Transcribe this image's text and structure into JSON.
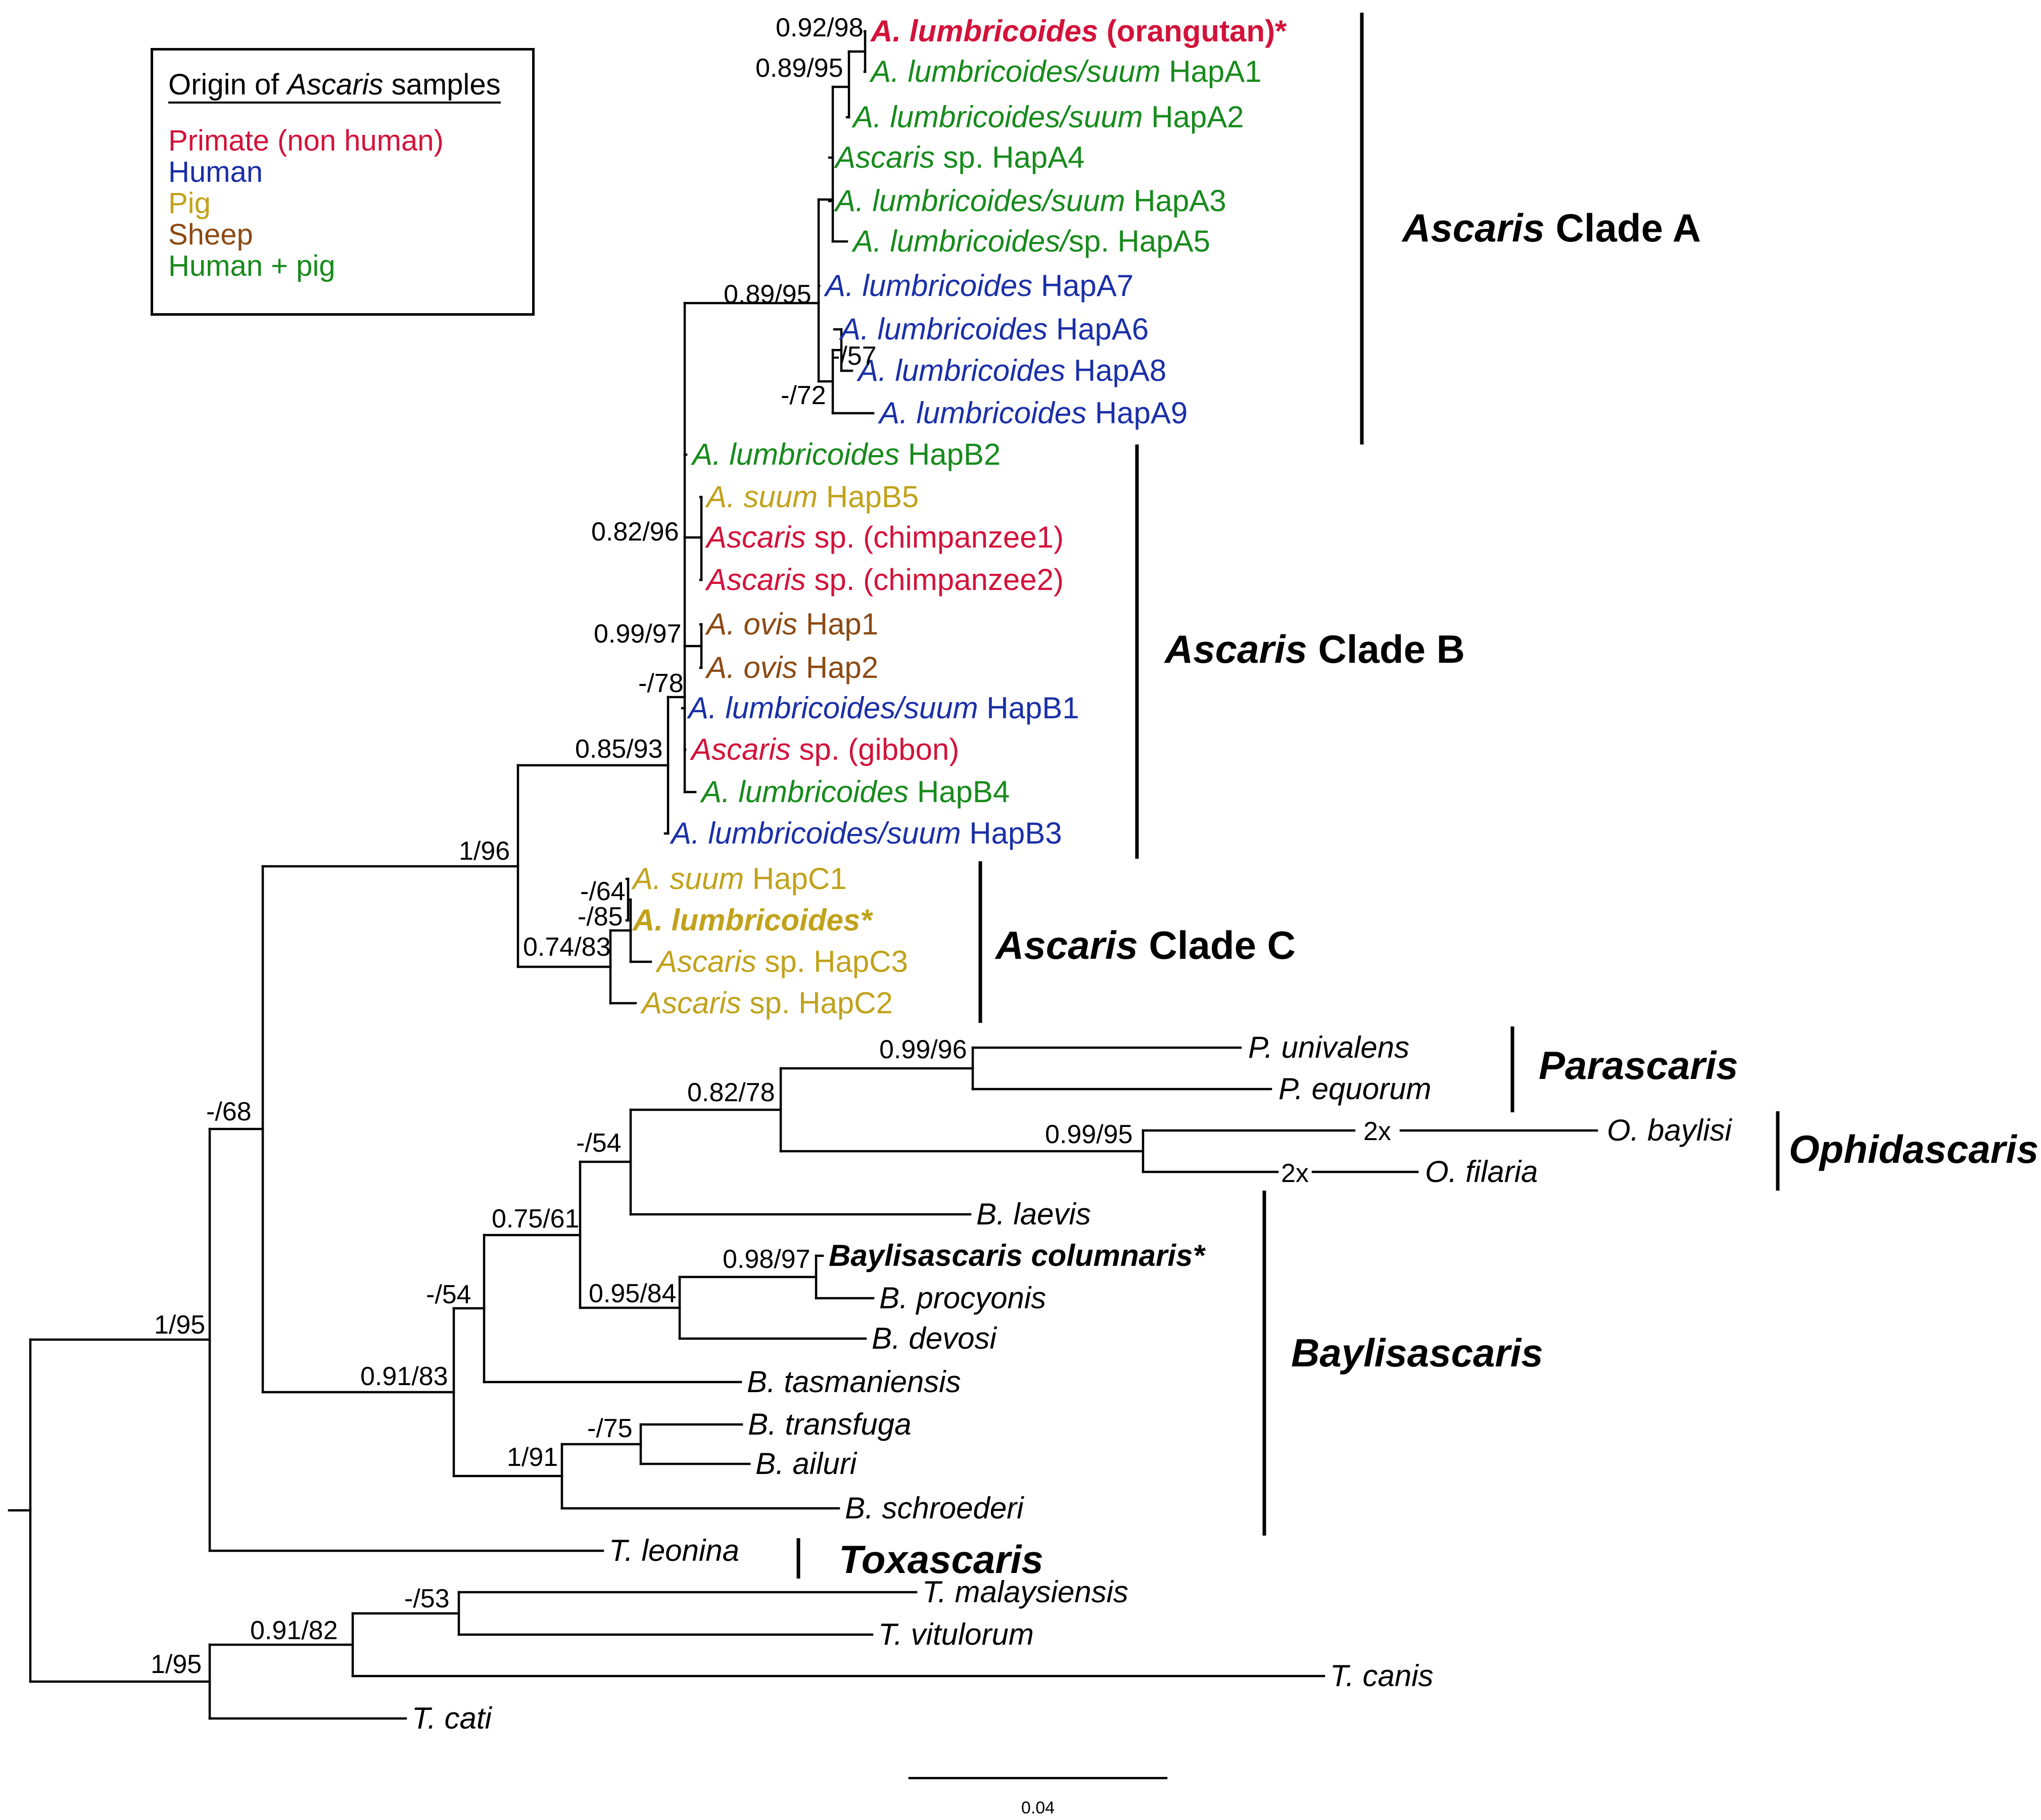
{
  "legend": {
    "title_prefix": "Origin of ",
    "title_genus": "Ascaris",
    "title_suffix": " samples",
    "items": [
      {
        "label": "Primate (non human)",
        "color": "#d3123a"
      },
      {
        "label": "Human",
        "color": "#1a2fa8"
      },
      {
        "label": "Pig",
        "color": "#c1a21b"
      },
      {
        "label": "Sheep",
        "color": "#8b4a13"
      },
      {
        "label": "Human + pig",
        "color": "#178a1c"
      }
    ]
  },
  "colors": {
    "primate": "#d3123a",
    "human": "#1a2fa8",
    "pig": "#c1a21b",
    "sheep": "#8b4a13",
    "human_pig": "#178a1c",
    "black": "#000000"
  },
  "tips": [
    {
      "id": "orang",
      "parts": [
        [
          "A. lumbricoides",
          true
        ],
        [
          " (orangutan)*",
          false
        ]
      ],
      "color": "primate",
      "bold": true
    },
    {
      "id": "hA1",
      "parts": [
        [
          "A. lumbricoides/suum",
          true
        ],
        [
          " HapA1",
          false
        ]
      ],
      "color": "human_pig"
    },
    {
      "id": "hA2",
      "parts": [
        [
          "A. lumbricoides/suum",
          true
        ],
        [
          " HapA2",
          false
        ]
      ],
      "color": "human_pig"
    },
    {
      "id": "hA4",
      "parts": [
        [
          "Ascaris",
          true
        ],
        [
          " sp. HapA4",
          false
        ]
      ],
      "color": "human_pig"
    },
    {
      "id": "hA3",
      "parts": [
        [
          "A. lumbricoides/suum",
          true
        ],
        [
          " HapA3",
          false
        ]
      ],
      "color": "human_pig"
    },
    {
      "id": "hA5",
      "parts": [
        [
          "A. lumbricoides/",
          true
        ],
        [
          "sp. HapA5",
          false
        ]
      ],
      "color": "human_pig"
    },
    {
      "id": "hA7",
      "parts": [
        [
          "A. lumbricoides",
          true
        ],
        [
          " HapA7",
          false
        ]
      ],
      "color": "human"
    },
    {
      "id": "hA6",
      "parts": [
        [
          "A. lumbricoides",
          true
        ],
        [
          " HapA6",
          false
        ]
      ],
      "color": "human"
    },
    {
      "id": "hA8",
      "parts": [
        [
          "A. lumbricoides",
          true
        ],
        [
          " HapA8",
          false
        ]
      ],
      "color": "human"
    },
    {
      "id": "hA9",
      "parts": [
        [
          "A. lumbricoides",
          true
        ],
        [
          " HapA9",
          false
        ]
      ],
      "color": "human"
    },
    {
      "id": "hB2",
      "parts": [
        [
          "A. lumbricoides",
          true
        ],
        [
          " HapB2",
          false
        ]
      ],
      "color": "human_pig"
    },
    {
      "id": "hB5",
      "parts": [
        [
          "A. suum",
          true
        ],
        [
          " HapB5",
          false
        ]
      ],
      "color": "pig"
    },
    {
      "id": "ch1",
      "parts": [
        [
          "Ascaris",
          true
        ],
        [
          " sp. (chimpanzee1)",
          false
        ]
      ],
      "color": "primate"
    },
    {
      "id": "ch2",
      "parts": [
        [
          "Ascaris",
          true
        ],
        [
          " sp. (chimpanzee2)",
          false
        ]
      ],
      "color": "primate"
    },
    {
      "id": "ov1",
      "parts": [
        [
          "A. ovis",
          true
        ],
        [
          " Hap1",
          false
        ]
      ],
      "color": "sheep"
    },
    {
      "id": "ov2",
      "parts": [
        [
          "A. ovis",
          true
        ],
        [
          " Hap2",
          false
        ]
      ],
      "color": "sheep"
    },
    {
      "id": "hB1",
      "parts": [
        [
          "A. lumbricoides/suum",
          true
        ],
        [
          " HapB1",
          false
        ]
      ],
      "color": "human"
    },
    {
      "id": "gib",
      "parts": [
        [
          "Ascaris",
          true
        ],
        [
          " sp. (gibbon)",
          false
        ]
      ],
      "color": "primate"
    },
    {
      "id": "hB4",
      "parts": [
        [
          "A. lumbricoides",
          true
        ],
        [
          " HapB4",
          false
        ]
      ],
      "color": "human_pig"
    },
    {
      "id": "hB3",
      "parts": [
        [
          "A. lumbricoides/suum",
          true
        ],
        [
          " HapB3",
          false
        ]
      ],
      "color": "human"
    },
    {
      "id": "hC1",
      "parts": [
        [
          "A. suum",
          true
        ],
        [
          "  HapC1",
          false
        ]
      ],
      "color": "pig"
    },
    {
      "id": "alC",
      "parts": [
        [
          "A. lumbricoides*",
          true
        ]
      ],
      "color": "pig",
      "bold": true
    },
    {
      "id": "hC3",
      "parts": [
        [
          "Ascaris",
          true
        ],
        [
          " sp. HapC3",
          false
        ]
      ],
      "color": "pig"
    },
    {
      "id": "hC2",
      "parts": [
        [
          "Ascaris",
          true
        ],
        [
          " sp. HapC2",
          false
        ]
      ],
      "color": "pig"
    },
    {
      "id": "puni",
      "parts": [
        [
          "P. univalens",
          true
        ]
      ],
      "color": "black"
    },
    {
      "id": "pequ",
      "parts": [
        [
          "P. equorum",
          true
        ]
      ],
      "color": "black"
    },
    {
      "id": "obay",
      "parts": [
        [
          "O. baylisi",
          true
        ]
      ],
      "color": "black"
    },
    {
      "id": "ofil",
      "parts": [
        [
          "O. filaria",
          true
        ]
      ],
      "color": "black"
    },
    {
      "id": "blae",
      "parts": [
        [
          "B. laevis",
          true
        ]
      ],
      "color": "black"
    },
    {
      "id": "bcol",
      "parts": [
        [
          "Baylisascaris columnaris*",
          true
        ]
      ],
      "color": "black",
      "bold": true
    },
    {
      "id": "bpro",
      "parts": [
        [
          "B. procyonis",
          true
        ]
      ],
      "color": "black"
    },
    {
      "id": "bdev",
      "parts": [
        [
          "B. devosi",
          true
        ]
      ],
      "color": "black"
    },
    {
      "id": "btas",
      "parts": [
        [
          "B. tasmaniensis",
          true
        ]
      ],
      "color": "black"
    },
    {
      "id": "btra",
      "parts": [
        [
          "B. transfuga",
          true
        ]
      ],
      "color": "black"
    },
    {
      "id": "bail",
      "parts": [
        [
          "B. ailuri",
          true
        ]
      ],
      "color": "black"
    },
    {
      "id": "bsch",
      "parts": [
        [
          "B. schroederi",
          true
        ]
      ],
      "color": "black"
    },
    {
      "id": "tleo",
      "parts": [
        [
          "T. leonina",
          true
        ]
      ],
      "color": "black"
    },
    {
      "id": "tmal",
      "parts": [
        [
          "T. malaysiensis",
          true
        ]
      ],
      "color": "black"
    },
    {
      "id": "tvit",
      "parts": [
        [
          "T. vitulorum",
          true
        ]
      ],
      "color": "black"
    },
    {
      "id": "tcan",
      "parts": [
        [
          "T. canis",
          true
        ]
      ],
      "color": "black"
    },
    {
      "id": "tcat",
      "parts": [
        [
          "T. cati",
          true
        ]
      ],
      "color": "black"
    }
  ],
  "support": [
    {
      "id": "s_orang",
      "text": "0.92/98"
    },
    {
      "id": "s_a1",
      "text": "0.89/95"
    },
    {
      "id": "s_cladeA",
      "text": "0.89/95"
    },
    {
      "id": "s_a8",
      "text": "-/57"
    },
    {
      "id": "s_a9",
      "text": "-/72"
    },
    {
      "id": "s_chimp",
      "text": "0.82/96"
    },
    {
      "id": "s_ovis",
      "text": "0.99/97"
    },
    {
      "id": "s_b1",
      "text": "-/78"
    },
    {
      "id": "s_ab",
      "text": "0.85/93"
    },
    {
      "id": "s_abc",
      "text": "1/96"
    },
    {
      "id": "s_c64",
      "text": "-/64"
    },
    {
      "id": "s_c85",
      "text": "-/85"
    },
    {
      "id": "s_c83",
      "text": "0.74/83"
    },
    {
      "id": "s_para",
      "text": "0.99/96"
    },
    {
      "id": "s_ophi",
      "text": "0.99/95"
    },
    {
      "id": "s_po",
      "text": "0.82/78"
    },
    {
      "id": "s_pob",
      "text": "-/54"
    },
    {
      "id": "s_bcol",
      "text": "0.98/97"
    },
    {
      "id": "s_bpro",
      "text": "0.95/84"
    },
    {
      "id": "s_m1",
      "text": "0.75/61"
    },
    {
      "id": "s_m2",
      "text": "-/54"
    },
    {
      "id": "s_btra",
      "text": "-/75"
    },
    {
      "id": "s_bsch",
      "text": "1/91"
    },
    {
      "id": "s_m3",
      "text": "0.91/83"
    },
    {
      "id": "s_m4",
      "text": "-/68"
    },
    {
      "id": "s_m5",
      "text": "1/95"
    },
    {
      "id": "s_tmal",
      "text": "-/53"
    },
    {
      "id": "s_tvit",
      "text": "0.91/82"
    },
    {
      "id": "s_tcan",
      "text": "1/95"
    }
  ],
  "breaks": [
    "2x",
    "2x"
  ],
  "clades": [
    {
      "id": "cA",
      "parts": [
        [
          "Ascaris",
          true
        ],
        [
          " Clade A",
          false
        ]
      ]
    },
    {
      "id": "cB",
      "parts": [
        [
          "Ascaris",
          true
        ],
        [
          " Clade B",
          false
        ]
      ]
    },
    {
      "id": "cC",
      "parts": [
        [
          "Ascaris",
          true
        ],
        [
          " Clade C",
          false
        ]
      ]
    },
    {
      "id": "cPar",
      "parts": [
        [
          "Parascaris",
          true
        ]
      ]
    },
    {
      "id": "cOph",
      "parts": [
        [
          "Ophidascaris",
          true
        ]
      ]
    },
    {
      "id": "cBay",
      "parts": [
        [
          "Baylisascaris",
          true
        ]
      ]
    },
    {
      "id": "cTox",
      "parts": [
        [
          "Toxascaris",
          true
        ]
      ]
    }
  ],
  "scale_bar": {
    "label": "0.04",
    "value": 0.04
  }
}
